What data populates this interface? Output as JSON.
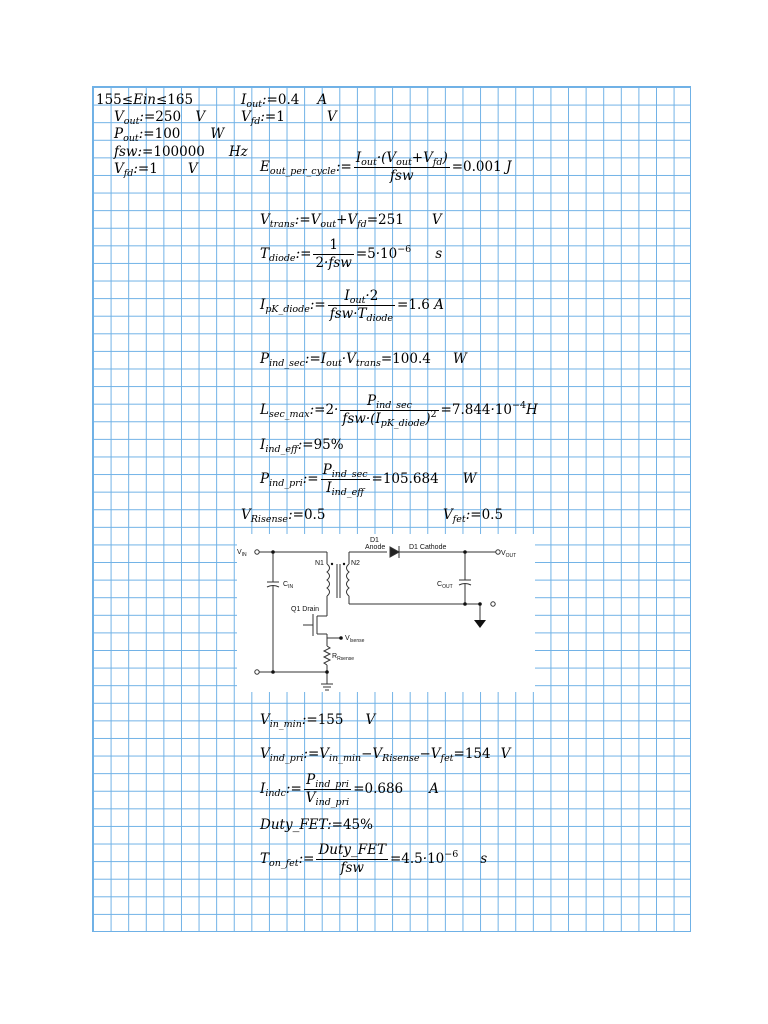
{
  "inputs": {
    "ein_range": {
      "low": "155",
      "var": "Ein",
      "high": "165"
    },
    "vout": {
      "var": "V",
      "sub": "out",
      "val": "250",
      "unit": "V"
    },
    "pout": {
      "var": "P",
      "sub": "out",
      "val": "100",
      "unit": "W"
    },
    "fsw": {
      "var": "fsw",
      "val": "100000",
      "unit": "Hz"
    },
    "vfd_left": {
      "var": "V",
      "sub": "fd",
      "val": "1",
      "unit": "V"
    },
    "iout": {
      "var": "I",
      "sub": "out",
      "val": "0.4",
      "unit": "A"
    },
    "vfd_right": {
      "var": "V",
      "sub": "fd",
      "val": "1",
      "unit": "V"
    }
  },
  "equations": {
    "eout": {
      "lhs": "E",
      "lhs_sub": "out_per_cycle",
      "num_a": "I",
      "num_a_sub": "out",
      "num_b": "V",
      "num_b_sub": "out",
      "num_c": "V",
      "num_c_sub": "fd",
      "den": "fsw",
      "result": "0.001",
      "unit": "J"
    },
    "vtrans": {
      "lhs": "V",
      "lhs_sub": "trans",
      "a": "V",
      "a_sub": "out",
      "b": "V",
      "b_sub": "fd",
      "result": "251",
      "unit": "V"
    },
    "tdiode": {
      "lhs": "T",
      "lhs_sub": "diode",
      "num": "1",
      "den_a": "2",
      "den_b": "fsw",
      "result": "5",
      "exp": "−6",
      "unit": "s"
    },
    "ipk": {
      "lhs": "I",
      "lhs_sub": "pK_diode",
      "num_a": "I",
      "num_a_sub": "out",
      "num_b": "2",
      "den_a": "fsw",
      "den_b": "T",
      "den_b_sub": "diode",
      "result": "1.6",
      "unit": "A"
    },
    "pindsec": {
      "lhs": "P",
      "lhs_sub": "ind_sec",
      "a": "I",
      "a_sub": "out",
      "b": "V",
      "b_sub": "trans",
      "result": "100.4",
      "unit": "W"
    },
    "lsec": {
      "lhs": "L",
      "lhs_sub": "sec_max",
      "coef": "2",
      "num": "P",
      "num_sub": "ind_sec",
      "den_a": "fsw",
      "den_b": "I",
      "den_b_sub": "pK_diode",
      "den_pow": "2",
      "result": "7.844",
      "exp": "−4",
      "unit": "H"
    },
    "ieff": {
      "lhs": "I",
      "lhs_sub": "ind_eff",
      "result": "95%"
    },
    "pindpri": {
      "lhs": "P",
      "lhs_sub": "ind_pri",
      "num": "P",
      "num_sub": "ind_sec",
      "den": "I",
      "den_sub": "ind_eff",
      "result": "105.684",
      "unit": "W"
    },
    "vrisense": {
      "lhs": "V",
      "lhs_sub": "Risense",
      "result": "0.5"
    },
    "vfet": {
      "lhs": "V",
      "lhs_sub": "fet",
      "result": "0.5"
    },
    "vinmin": {
      "lhs": "V",
      "lhs_sub": "in_min",
      "result": "155",
      "unit": "V"
    },
    "vindpri": {
      "lhs": "V",
      "lhs_sub": "ind_pri",
      "a": "V",
      "a_sub": "in_min",
      "b": "V",
      "b_sub": "Risense",
      "c": "V",
      "c_sub": "fet",
      "result": "154",
      "unit": "V"
    },
    "iindc": {
      "lhs": "I",
      "lhs_sub": "indc",
      "num": "P",
      "num_sub": "ind_pri",
      "den": "V",
      "den_sub": "ind_pri",
      "result": "0.686",
      "unit": "A"
    },
    "duty": {
      "lhs": "Duty_FET",
      "result": "45%"
    },
    "tonfet": {
      "lhs": "T",
      "lhs_sub": "on_fet",
      "num": "Duty_FET",
      "den": "fsw",
      "result": "4.5",
      "exp": "−6",
      "unit": "s"
    }
  },
  "schematic": {
    "vin": "V",
    "vin_sub": "IN",
    "vout": "V",
    "vout_sub": "OUT",
    "cin": "C",
    "cin_sub": "IN",
    "cout": "C",
    "cout_sub": "OUT",
    "n1": "N1",
    "n2": "N2",
    "d1": "D1",
    "anode": "Anode",
    "cathode": "D1 Cathode",
    "q1": "Q1 Drain",
    "visense": "V",
    "visense_sub": "Isense",
    "rsense": "R",
    "rsense_sub": "Rsense"
  }
}
